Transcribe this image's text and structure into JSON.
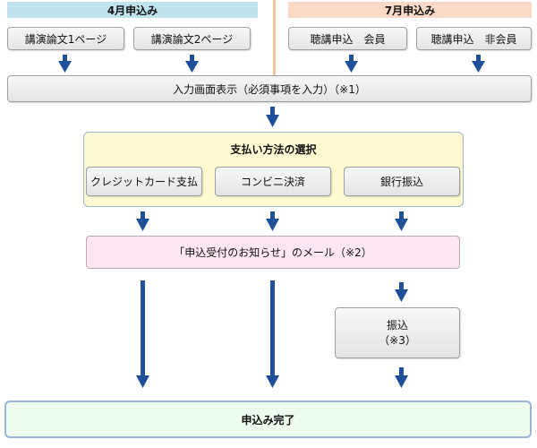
{
  "headers": {
    "april": "4月申込み",
    "july": "7月申込み"
  },
  "top_boxes": {
    "lecture1": "講演論文1ページ",
    "lecture2": "講演論文2ページ",
    "member": "聴講申込　会員",
    "nonmember": "聴講申込　非会員"
  },
  "input_screen": "入力画面表示（必須事項を入力）（※1）",
  "payment": {
    "title": "支払い方法の選択",
    "credit": "クレジットカード支払",
    "convenience": "コンビニ決済",
    "bank": "銀行振込"
  },
  "mail_notice": "「申込受付のお知らせ」のメール（※2）",
  "transfer": {
    "line1": "振込",
    "line2": "（※3）"
  },
  "complete": "申込み完了",
  "colors": {
    "april_header": "#bfe3ef",
    "july_header": "#fbd9c7",
    "arrow": "#1f4f99",
    "payment_panel": "#fdf9d0",
    "mail_box": "#fde6f1",
    "complete_box": "#eefcee"
  }
}
